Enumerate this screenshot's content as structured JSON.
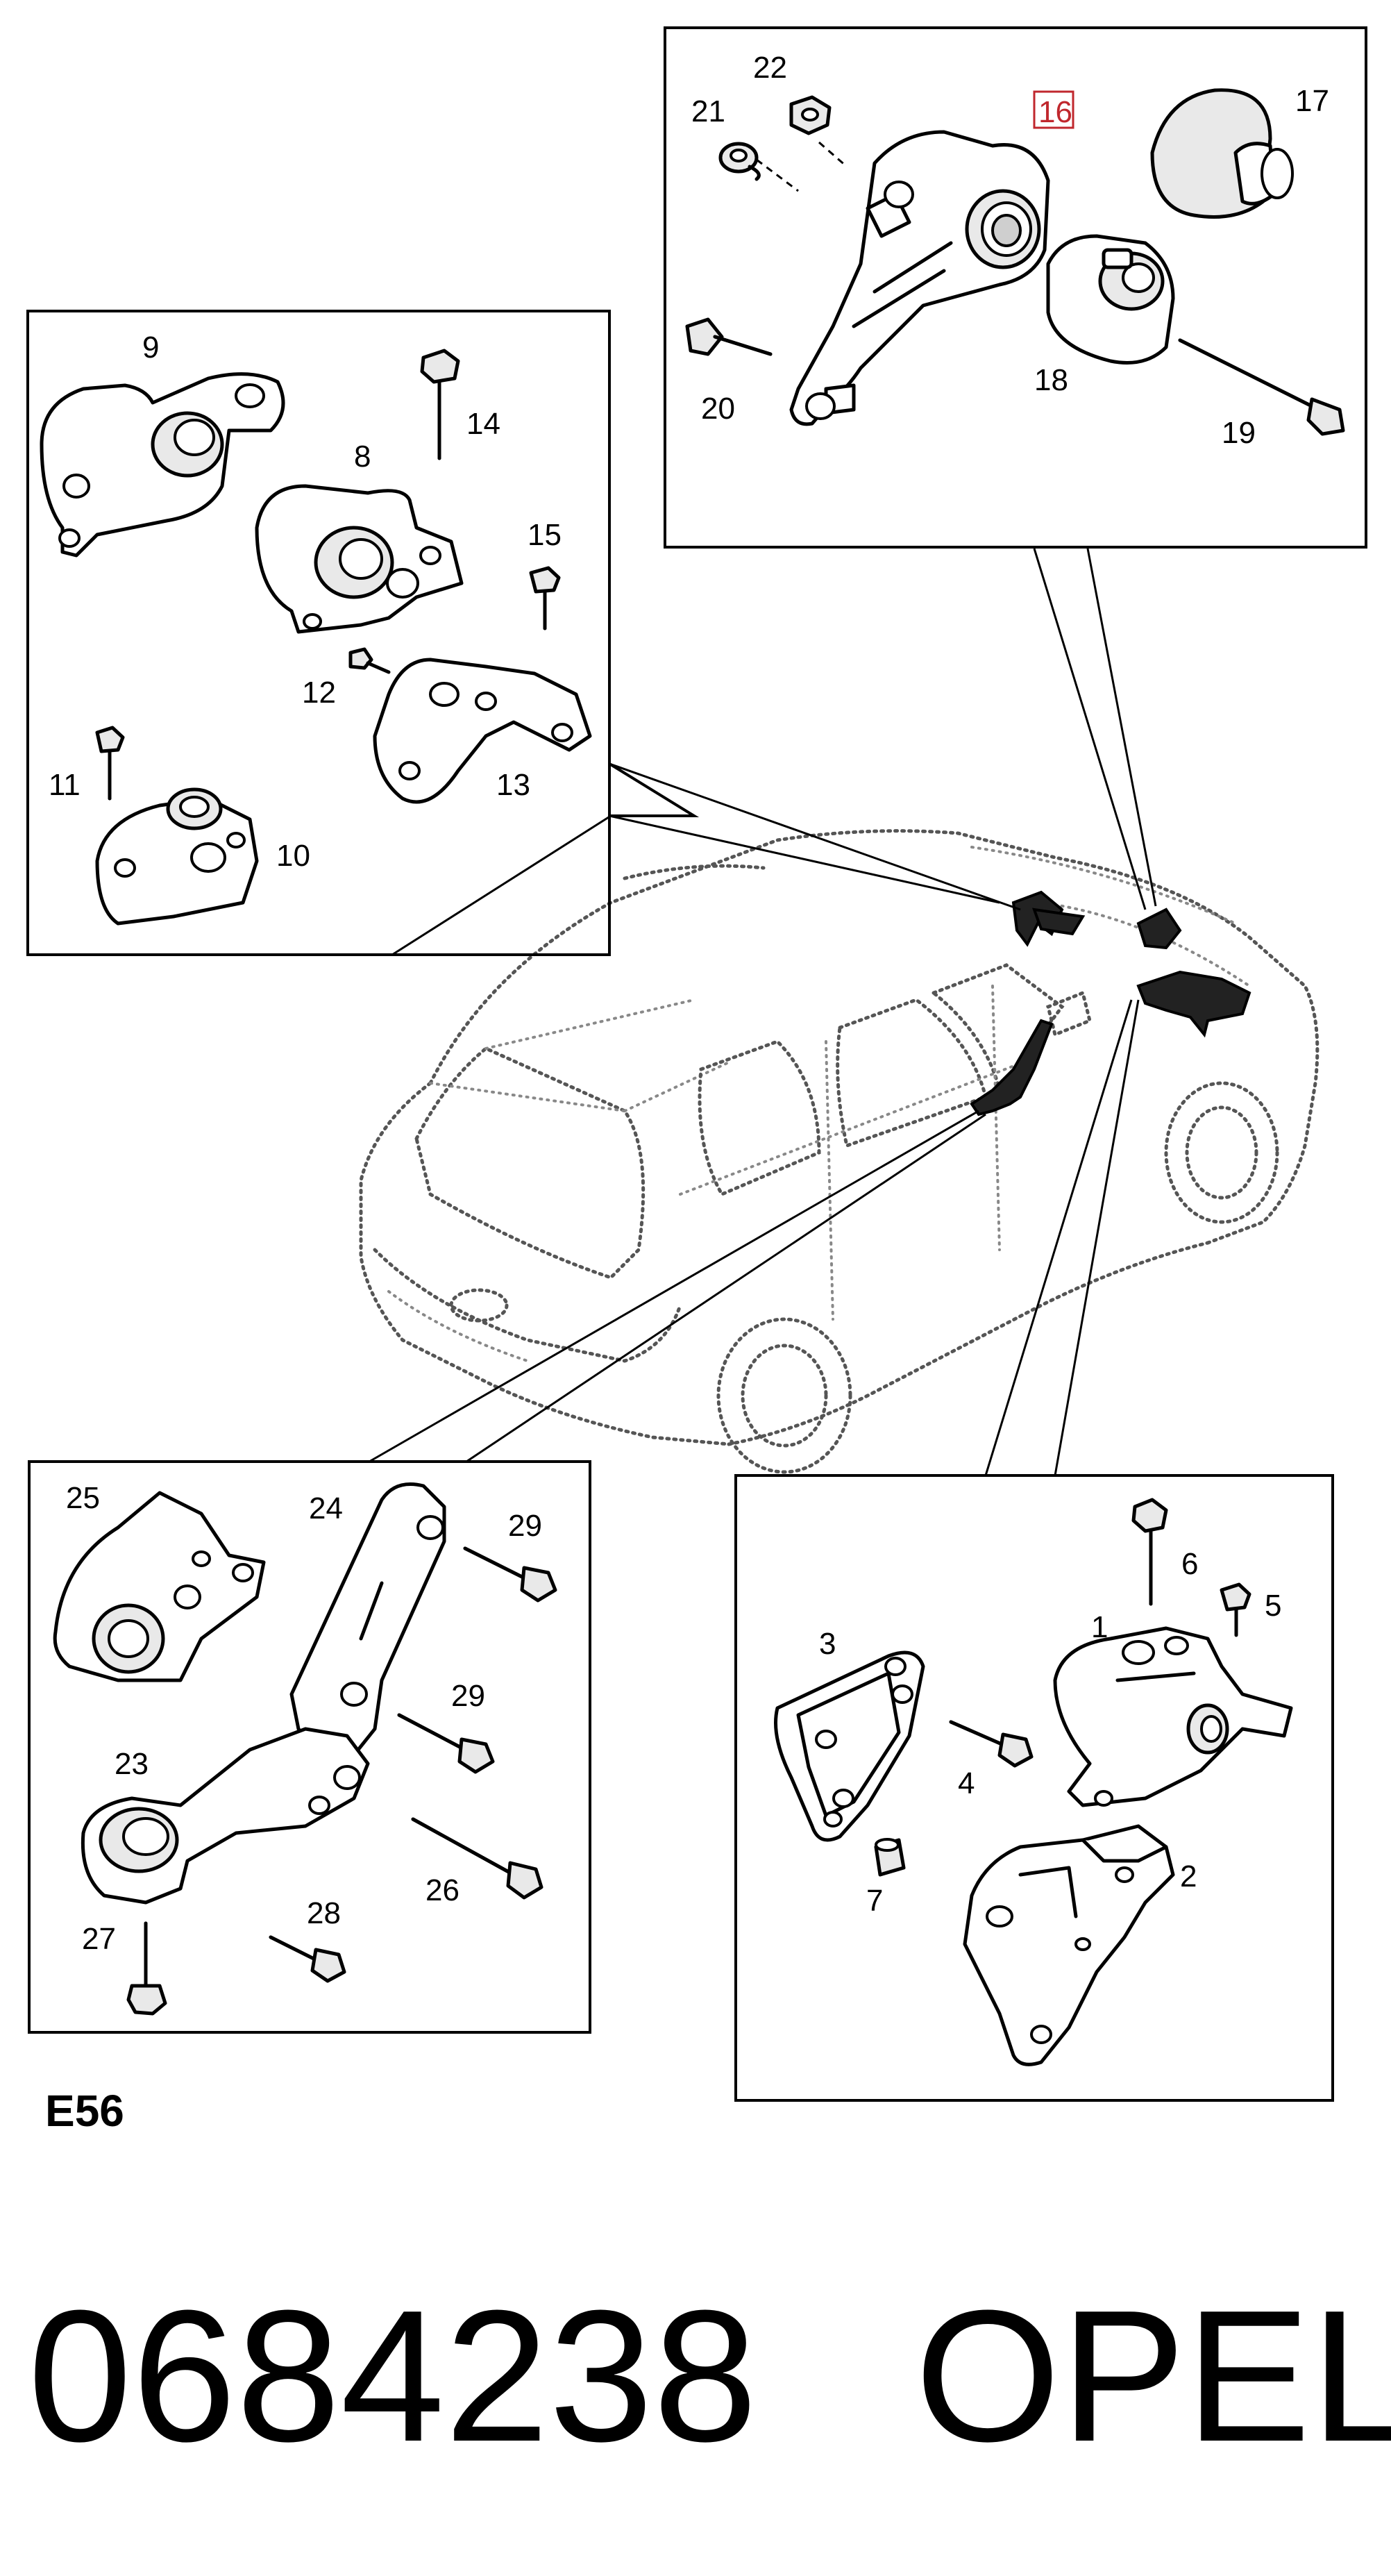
{
  "callouts": {
    "n1": "1",
    "n2": "2",
    "n3": "3",
    "n4": "4",
    "n5": "5",
    "n6": "6",
    "n7": "7",
    "n8": "8",
    "n9": "9",
    "n10": "10",
    "n11": "11",
    "n12": "12",
    "n13": "13",
    "n14": "14",
    "n15": "15",
    "n16": "16",
    "n17": "17",
    "n18": "18",
    "n19": "19",
    "n20": "20",
    "n21": "21",
    "n22": "22",
    "n23": "23",
    "n24": "24",
    "n25": "25",
    "n26": "26",
    "n27": "27",
    "n28": "28",
    "n29a": "29",
    "n29b": "29"
  },
  "highlighted_callout": "16",
  "highlight_color": "#c0272d",
  "diagram_code": "E56",
  "part_number": "0684238",
  "brand": "OPEL"
}
